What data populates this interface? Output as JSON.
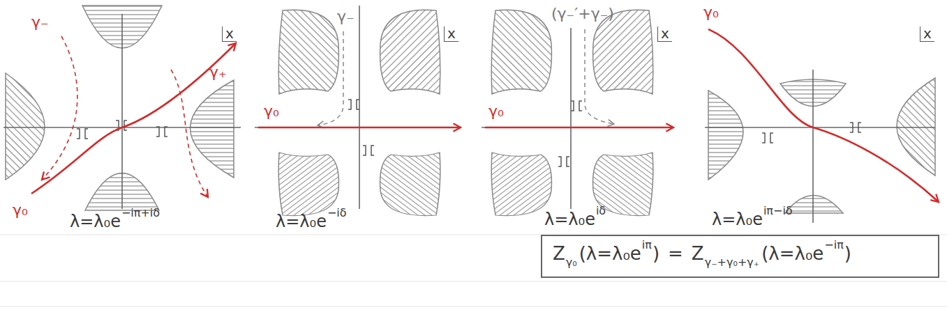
{
  "diagram": {
    "labels": [
      "γ₋",
      "γ₊",
      "γ₀",
      "x",
      "λ=λ₀e",
      "−iπ+iδ",
      "γ₋",
      "γ₀",
      "x",
      "λ=λ₀e",
      "−iδ",
      "(γ₋′+γ₋)",
      "γ₀",
      "x",
      "λ=λ₀e",
      "iδ",
      "γ₀",
      "x",
      "λ=λ₀e",
      "iπ−iδ",
      "Z",
      "γ₀",
      "(λ=λ₀e",
      "iπ",
      ")",
      "=",
      "Z",
      "γ₋+γ₀+γ₊",
      "(λ=λ₀e",
      "−iπ",
      ")"
    ]
  }
}
